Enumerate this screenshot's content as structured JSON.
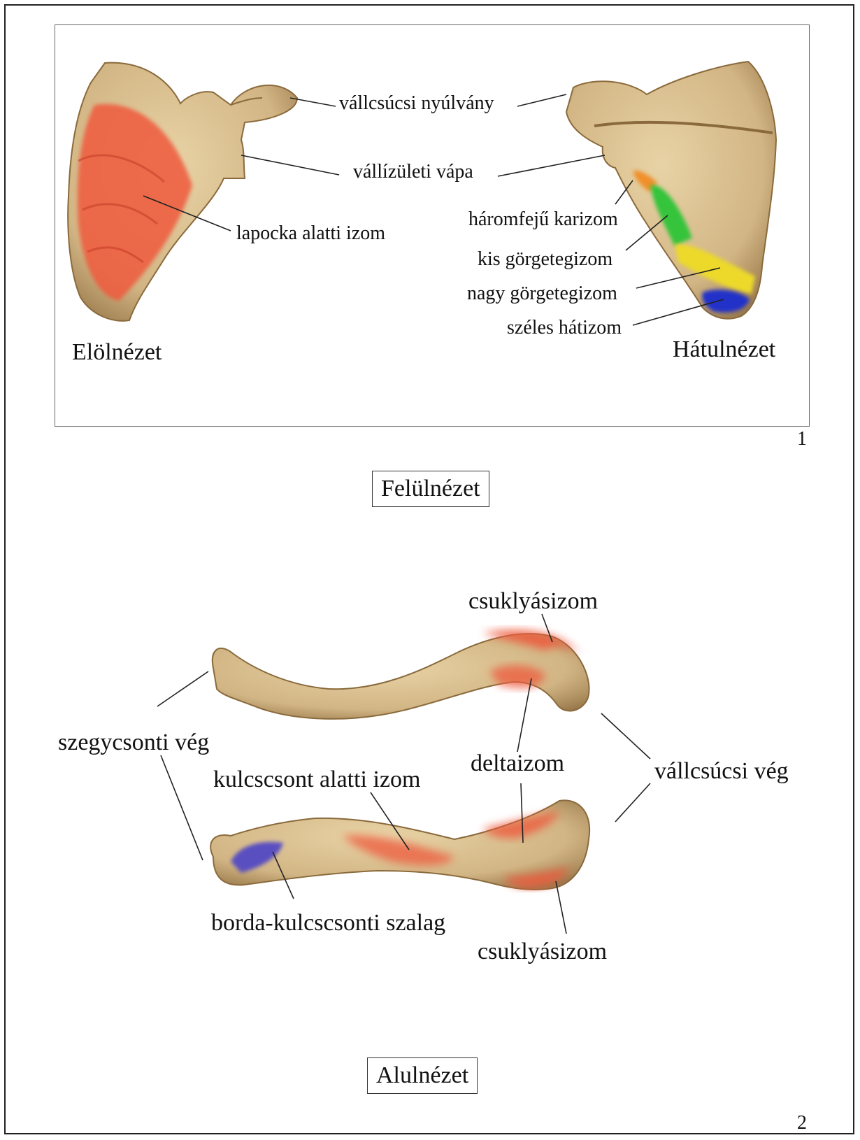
{
  "page1": {
    "number": "1",
    "view_front": "Elölnézet",
    "view_back": "Hátulnézet",
    "labels": {
      "acromion": "vállcsúcsi nyúlvány",
      "glenoid": "vállízületi vápa",
      "subscapularis": "lapocka alatti izom",
      "triceps": "háromfejű karizom",
      "teres_minor": "kis görgetegizom",
      "teres_major": "nagy görgetegizom",
      "latissimus": "széles hátizom"
    }
  },
  "page2": {
    "number": "2",
    "view_top": "Felülnézet",
    "view_bottom": "Alulnézet",
    "labels": {
      "trapezius_top": "csuklyásizom",
      "sternal_end": "szegycsonti vég",
      "deltoid": "deltaizom",
      "acromial_end": "vállcsúcsi vég",
      "subclavius": "kulcscsont alatti izom",
      "costoclavicular": "borda-kulcscsonti szalag",
      "trapezius_bottom": "csuklyásizom"
    }
  },
  "colors": {
    "bone": "#d7bd8c",
    "bone_dark": "#a8875a",
    "muscle_red": "#ee5a3e",
    "muscle_orange": "#f0902a",
    "muscle_green": "#36c43a",
    "muscle_yellow": "#ecd92a",
    "muscle_blue": "#2030c8",
    "ligament_purple": "#5a50c0"
  }
}
